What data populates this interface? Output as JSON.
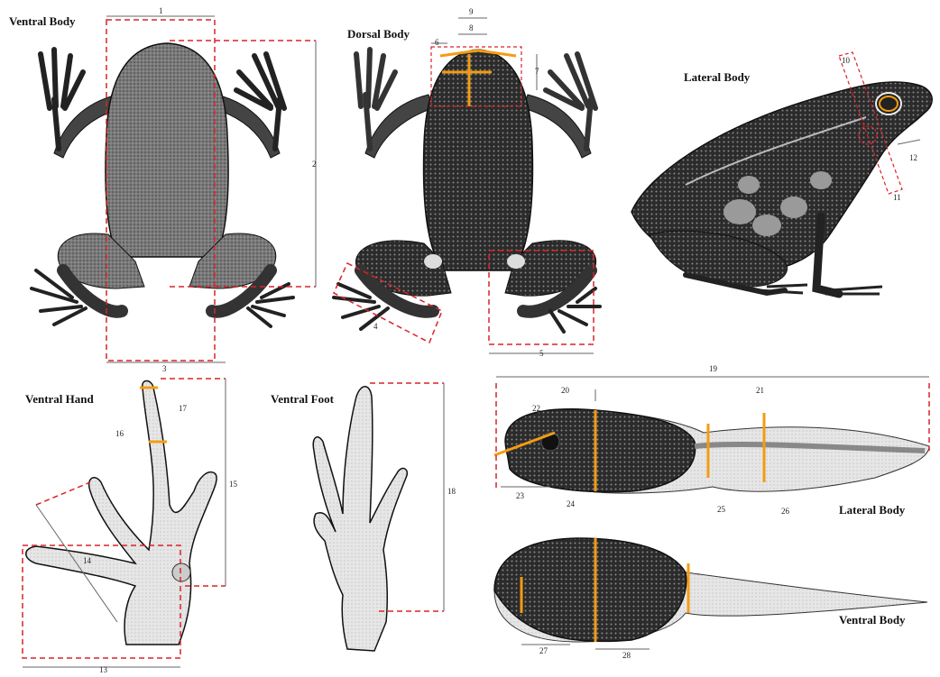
{
  "panels": {
    "ventral_body_top": "Ventral Body",
    "dorsal_body": "Dorsal Body",
    "lateral_body_adult": "Lateral Body",
    "ventral_hand": "Ventral Hand",
    "ventral_foot": "Ventral Foot",
    "lateral_body_tadpole": "Lateral Body",
    "ventral_body_tadpole": "Ventral Body"
  },
  "measurement_numbers": {
    "m1": "1",
    "m2": "2",
    "m3": "3",
    "m4": "4",
    "m5": "5",
    "m6": "6",
    "m7": "7",
    "m8": "8",
    "m9": "9",
    "m10": "10",
    "m11": "11",
    "m12": "12",
    "m13": "13",
    "m14": "14",
    "m15": "15",
    "m16": "16",
    "m17": "17",
    "m18": "18",
    "m19": "19",
    "m20": "20",
    "m21": "21",
    "m22": "22",
    "m23": "23",
    "m24": "24",
    "m25": "25",
    "m26": "26",
    "m27": "27",
    "m28": "28"
  },
  "colors": {
    "dashed_guide": "#d9232a",
    "highlight_line": "#f39c12",
    "dimension_line": "#666666",
    "body_dark": "#2b2b2b",
    "body_mid": "#6b6b6b",
    "tail_light": "#d9d9d9"
  }
}
